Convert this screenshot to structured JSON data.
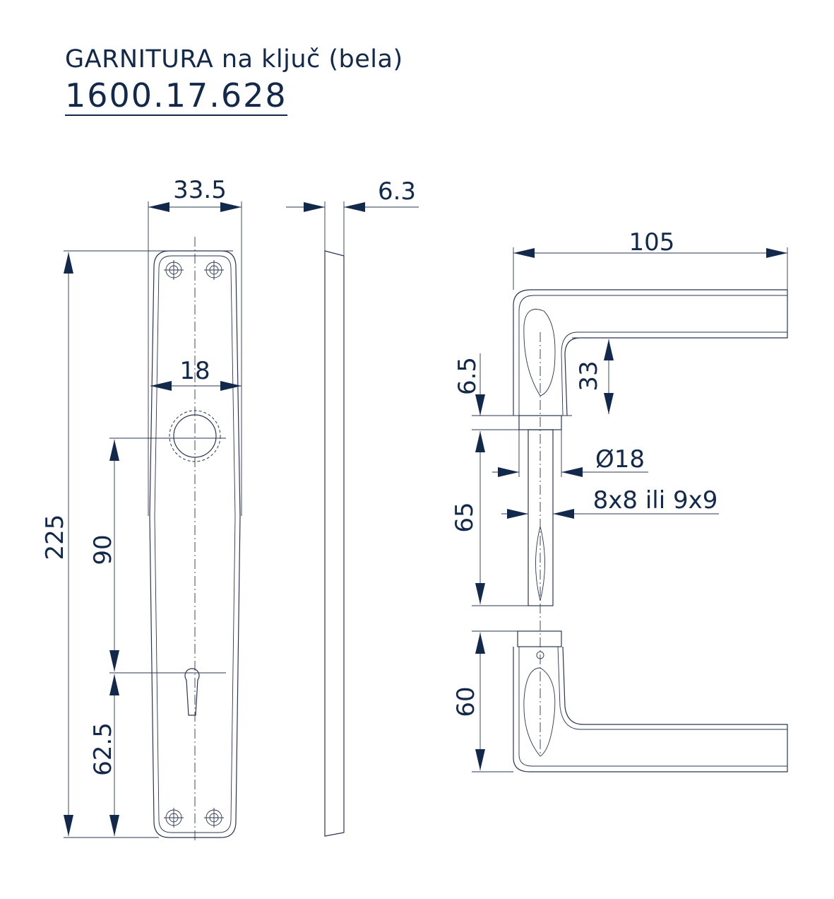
{
  "header": {
    "title": "GARNITURA na ključ (bela)",
    "code": "1600.17.628"
  },
  "plate_view": {
    "width": "33.5",
    "height": "225",
    "rosette_diameter": "18",
    "distance_upper": "90",
    "distance_lower": "62.5"
  },
  "side_view": {
    "thickness": "6.3"
  },
  "handle_view": {
    "length": "105",
    "grip_height": "33",
    "rosette_thickness": "6.5",
    "spindle_length": "65",
    "neck_diameter": "Ø18",
    "spindle_square": "8x8 ili 9x9",
    "lower_height": "60"
  },
  "colors": {
    "ink": "#13294b"
  }
}
